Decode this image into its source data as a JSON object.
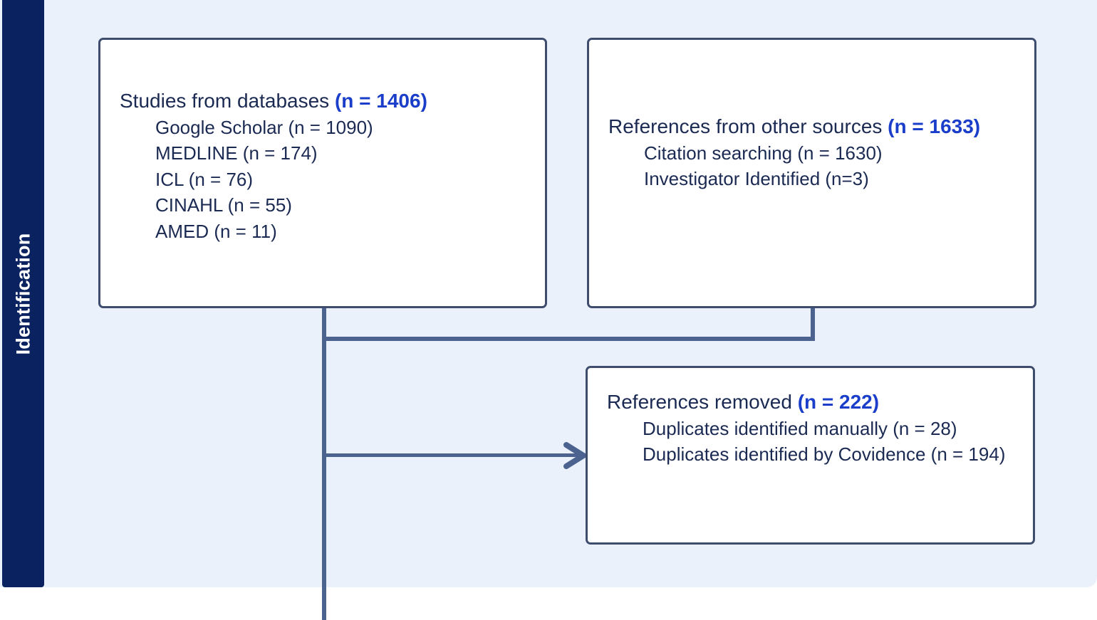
{
  "stage": {
    "label": "Identification"
  },
  "colors": {
    "stage_bar": "#0a2260",
    "stage_band": "#eaf1fb",
    "box_border": "#3e4d6e",
    "connector": "#4c6390",
    "text": "#1b2a52",
    "count_highlight": "#1a3ec9"
  },
  "boxes": {
    "databases": {
      "title": "Studies from databases",
      "count": "(n = 1406)",
      "items": [
        "Google Scholar (n = 1090)",
        "MEDLINE (n = 174)",
        "ICL (n = 76)",
        "CINAHL (n = 55)",
        "AMED (n = 11)"
      ]
    },
    "other_sources": {
      "title": "References from other sources",
      "count": "(n = 1633)",
      "items": [
        "Citation searching (n = 1630)",
        "Investigator Identified (n=3)"
      ]
    },
    "removed": {
      "title": "References removed",
      "count": "(n = 222)",
      "items": [
        "Duplicates identified manually (n = 28)",
        "Duplicates identified by Covidence (n = 194)"
      ]
    }
  },
  "connectors": {
    "merge_label": "",
    "removed_arrow_label": ""
  }
}
